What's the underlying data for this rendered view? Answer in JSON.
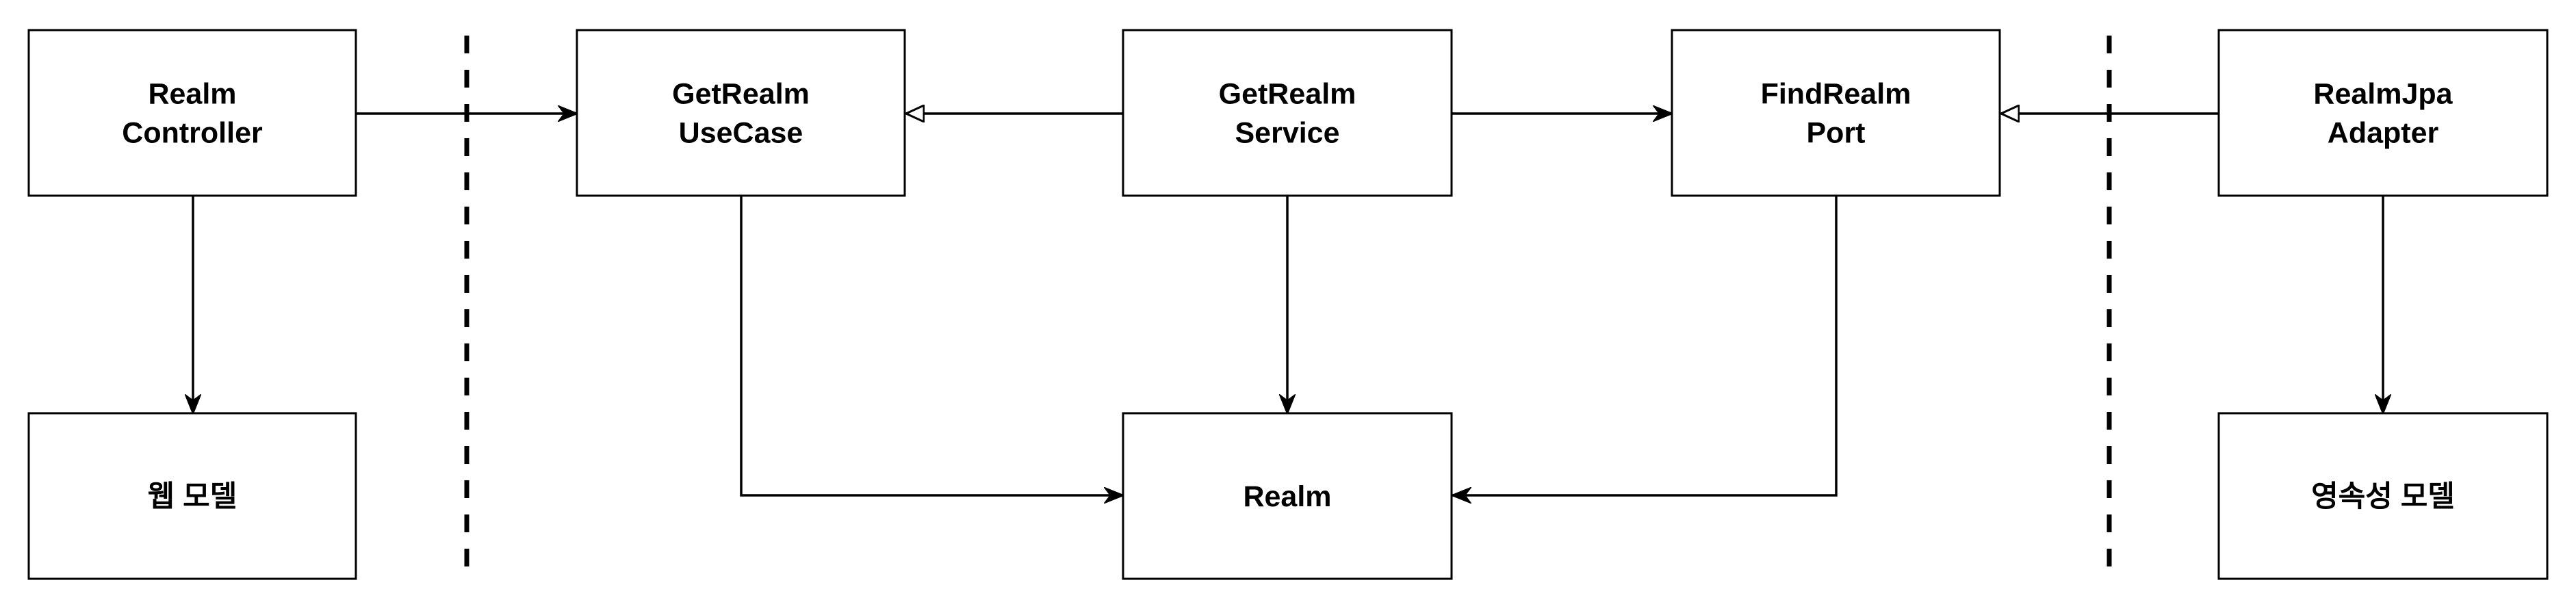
{
  "nodes": [
    {
      "id": "realm-controller",
      "lines": [
        "Realm",
        "Controller"
      ]
    },
    {
      "id": "get-realm-usecase",
      "lines": [
        "GetRealm",
        "UseCase"
      ]
    },
    {
      "id": "get-realm-service",
      "lines": [
        "GetRealm",
        "Service"
      ]
    },
    {
      "id": "find-realm-port",
      "lines": [
        "FindRealm",
        "Port"
      ]
    },
    {
      "id": "realm-jpa-adapter",
      "lines": [
        "RealmJpa",
        "Adapter"
      ]
    },
    {
      "id": "web-model",
      "lines": [
        "웹 모델"
      ]
    },
    {
      "id": "realm",
      "lines": [
        "Realm"
      ]
    },
    {
      "id": "persistence-model",
      "lines": [
        "영속성 모델"
      ]
    }
  ],
  "edges": [
    {
      "from": "realm-controller",
      "to": "get-realm-usecase",
      "arrow": "open"
    },
    {
      "from": "get-realm-service",
      "to": "get-realm-usecase",
      "arrow": "hollow-triangle"
    },
    {
      "from": "get-realm-service",
      "to": "find-realm-port",
      "arrow": "open"
    },
    {
      "from": "realm-jpa-adapter",
      "to": "find-realm-port",
      "arrow": "hollow-triangle"
    },
    {
      "from": "realm-controller",
      "to": "web-model",
      "arrow": "open"
    },
    {
      "from": "get-realm-service",
      "to": "realm",
      "arrow": "open"
    },
    {
      "from": "get-realm-usecase",
      "to": "realm",
      "arrow": "open"
    },
    {
      "from": "find-realm-port",
      "to": "realm",
      "arrow": "open"
    },
    {
      "from": "realm-jpa-adapter",
      "to": "persistence-model",
      "arrow": "open"
    }
  ],
  "dividers": 2
}
